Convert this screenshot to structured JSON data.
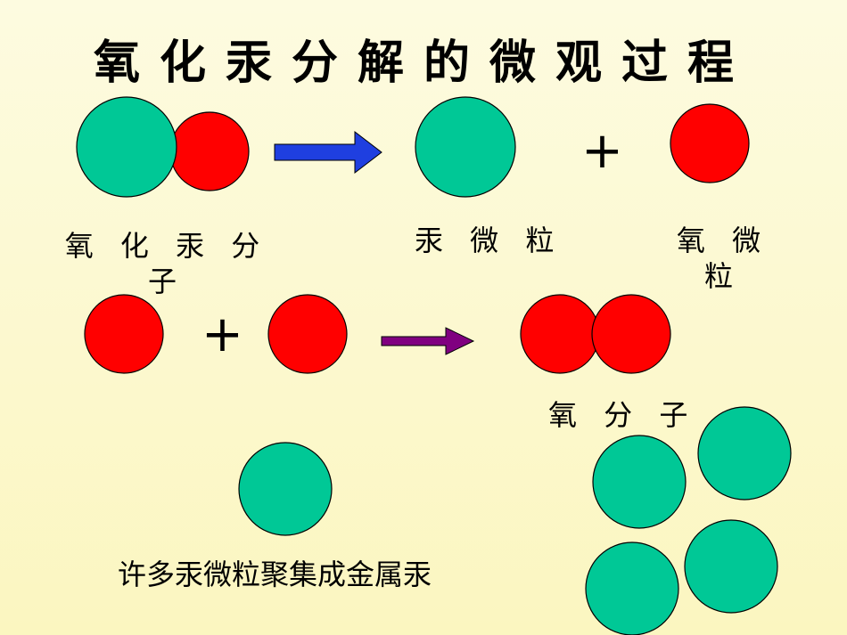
{
  "title": "氧化汞分解的微观过程",
  "labels": {
    "mercuric_oxide_molecule": "氧 化 汞 分\n子",
    "mercury_particle": "汞 微 粒",
    "oxygen_particle": "氧 微\n粒",
    "oxygen_molecule": "氧 分 子",
    "caption": "许多汞微粒聚集成金属汞"
  },
  "symbols": {
    "plus": "+"
  },
  "colors": {
    "mercury": "#00c896",
    "oxygen": "#ff0000",
    "arrow_blue": "#1f3fe0",
    "arrow_purple": "#800080",
    "background": "#fbf6c8"
  }
}
